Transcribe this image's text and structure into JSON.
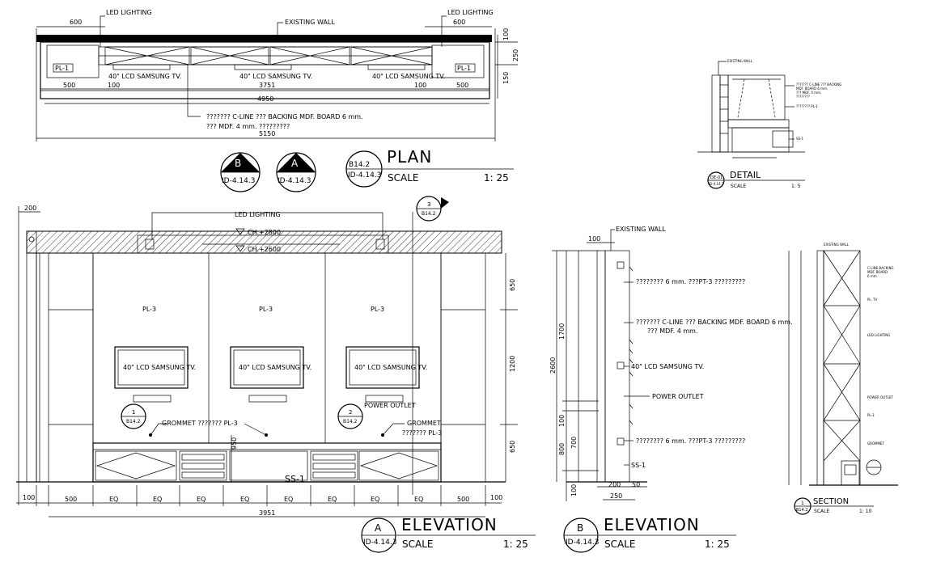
{
  "plan": {
    "led_lighting_left": "LED LIGHTING",
    "led_lighting_right": "LED LIGHTING",
    "existing_wall": "EXISTING WALL",
    "dim_600_left": "600",
    "dim_600_right": "600",
    "dim_100": "100",
    "dim_250": "250",
    "dim_150": "150",
    "pl1_left": "PL-1",
    "pl1_right": "PL-1",
    "tv_labels": [
      "40\" LCD SAMSUNG TV.",
      "40\" LCD SAMSUNG TV.",
      "40\" LCD SAMSUNG TV."
    ],
    "dims_row": [
      "500",
      "100",
      "3751",
      "100",
      "500"
    ],
    "dim_4950": "4950",
    "dim_5150": "5150",
    "note_line1": "??????? C-LINE ??? BACKING MDF. BOARD 6 mm.",
    "note_line2": "??? MDF. 4 mm. ?????????",
    "title": "PLAN",
    "scale_label": "SCALE",
    "scale_value": "1: 25",
    "callout_b_letter": "B",
    "callout_b_ref": "ID-4.14.3",
    "callout_a_letter": "A",
    "callout_a_ref": "ID-4.14.3",
    "callout_title_top": "B14.2",
    "callout_title_ref": "ID-4.14.3"
  },
  "detail": {
    "existing_wall": "EXISTING WALL",
    "note1": "??????? C-LINE ??? BACKING",
    "note2": "MDF. BOARD 6 mm.",
    "note3": "??? MDF. 4 mm.",
    "note4": "????????",
    "note5": "???????? PL-1",
    "ss": "SS-1",
    "title": "DETAIL",
    "scale_label": "SCALE",
    "scale_value": "1: 5",
    "callout_top": "DE-01",
    "callout_ref": "ID-4.14.3"
  },
  "elevation_a": {
    "dim_200": "200",
    "led_lighting": "LED LIGHTING",
    "ch_2800": "CH.+2800",
    "ch_2600": "CH.+2600",
    "pl3": [
      "PL-3",
      "PL-3",
      "PL-3"
    ],
    "tv": [
      "40\" LCD SAMSUNG TV.",
      "40\" LCD SAMSUNG TV.",
      "40\" LCD SAMSUNG TV."
    ],
    "power_outlet": "POWER OUTLET",
    "grommet_left": "GROMMET ??????? PL-3",
    "grommet_right_1": "GROMMET",
    "grommet_right_2": "??????? PL-3",
    "dim_950": "950",
    "ss1": "SS-1",
    "side_dims": [
      "650",
      "1200",
      "650"
    ],
    "bottom_dims": [
      "100",
      "500",
      "EQ",
      "EQ",
      "EQ",
      "EQ",
      "EQ",
      "EQ",
      "EQ",
      "EQ",
      "500",
      "100"
    ],
    "dim_3951": "3951",
    "callout_1_top": "1",
    "callout_1_ref": "B14.2",
    "callout_2_top": "2",
    "callout_2_ref": "B14.2",
    "callout_3_top": "3",
    "callout_3_ref": "B14.2",
    "title": "ELEVATION",
    "scale_label": "SCALE",
    "scale_value": "1: 25",
    "callout_letter": "A",
    "callout_ref": "ID-4.14.3"
  },
  "elevation_b": {
    "existing_wall": "EXISTING WALL",
    "dim_100_top": "100",
    "dim_1700": "1700",
    "dim_2600": "2600",
    "dim_100_mid": "100",
    "dim_700": "700",
    "dim_800": "800",
    "dim_100_bot": "100",
    "note_pt3_top": "???????? 6 mm. ???PT-3 ?????????",
    "note_cline_1": "??????? C-LINE ??? BACKING MDF. BOARD 6 mm.",
    "note_cline_2": "??? MDF. 4 mm.",
    "tv": "40\" LCD SAMSUNG TV.",
    "power_outlet": "POWER OUTLET",
    "note_pt3_bot": "???????? 6 mm. ???PT-3 ?????????",
    "ss1": "SS-1",
    "bottom_dims": [
      "200",
      "50"
    ],
    "dim_250": "250",
    "title": "ELEVATION",
    "scale_label": "SCALE",
    "scale_value": "1: 25",
    "callout_letter": "B",
    "callout_ref": "ID-4.14.3"
  },
  "section": {
    "title": "SECTION",
    "scale_label": "SCALE",
    "scale_value": "1: 10",
    "callout_top": "1",
    "callout_ref": "B14.2",
    "side_label_1": "EXISTING WALL",
    "side_notes": [
      "C-LINE BACKING",
      "MDF. BOARD",
      "6 mm.",
      "PL. TV",
      "LED LIGHTING",
      "POWER OUTLET",
      "PL-3",
      "GROMMET"
    ]
  }
}
